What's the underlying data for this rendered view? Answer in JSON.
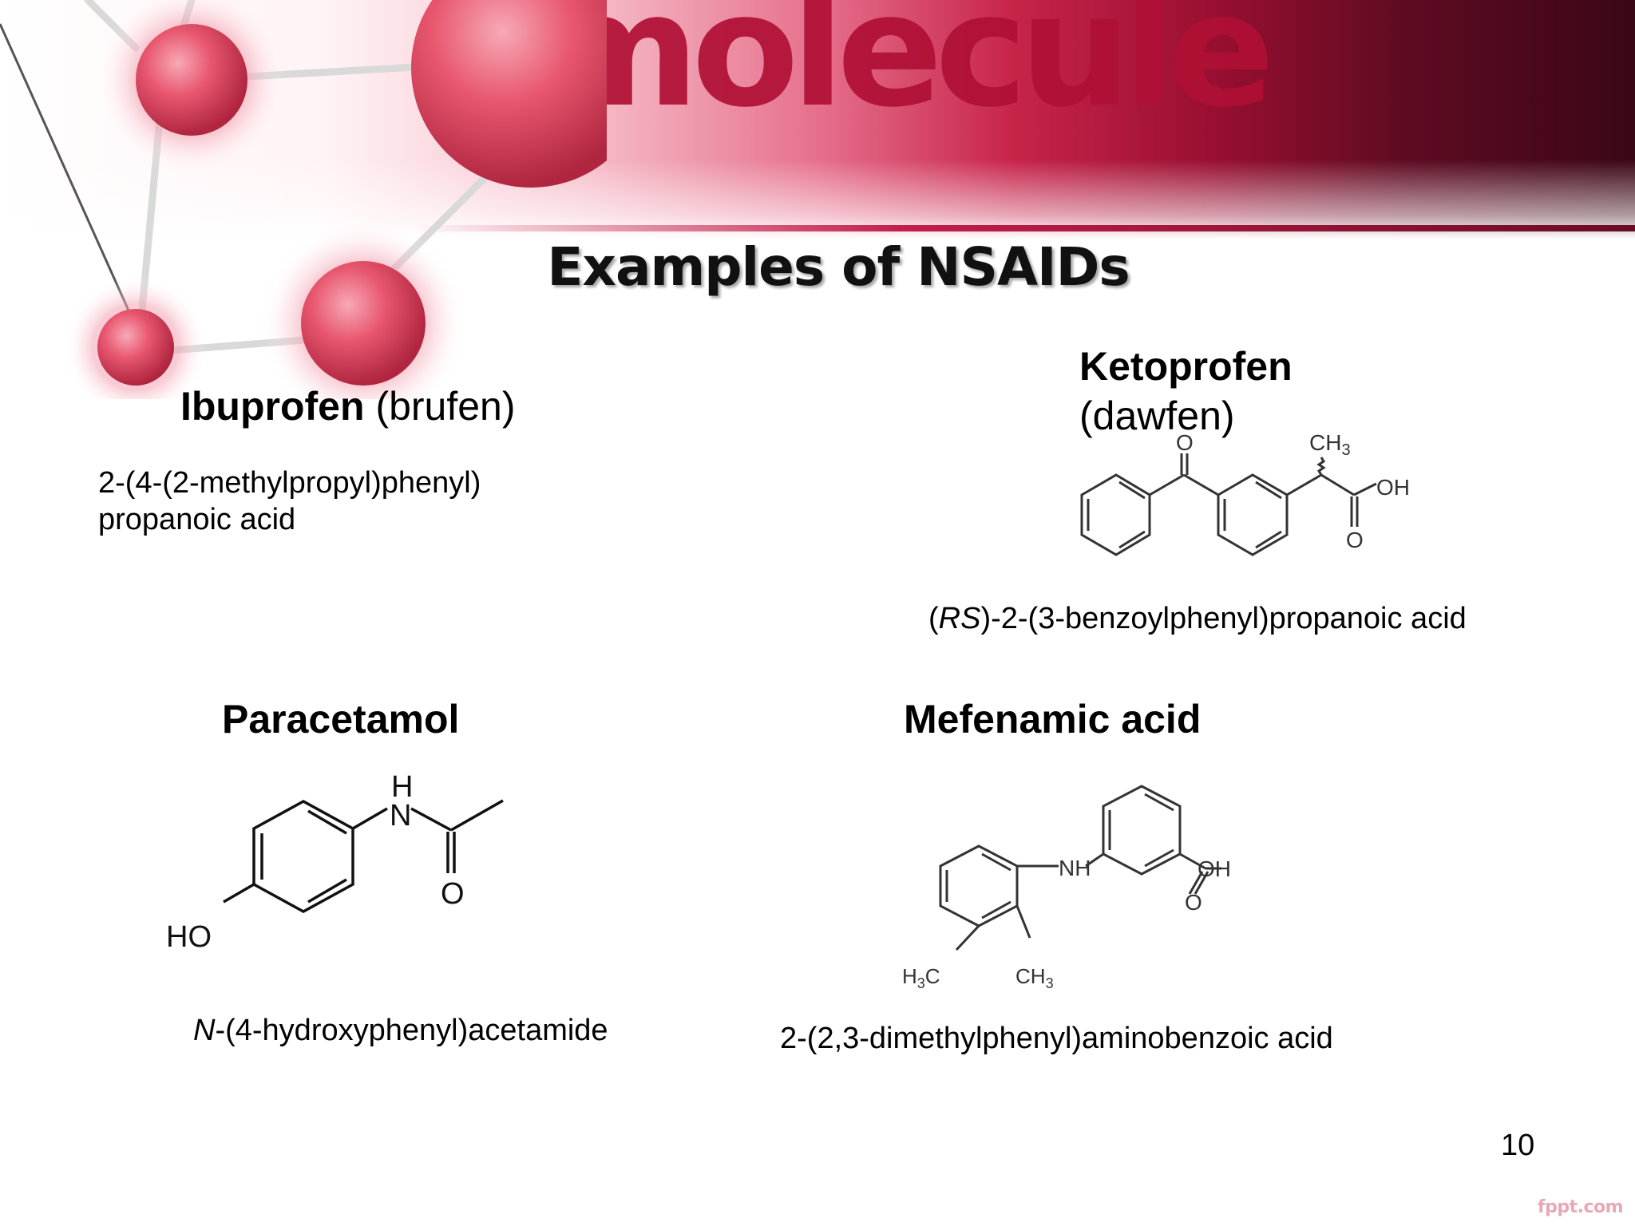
{
  "banner": {
    "logo_text": "molecule",
    "colors": {
      "accent": "#c7244a",
      "dark": "#3a0715",
      "sphere": "#e8576f"
    }
  },
  "title": "Examples of NSAIDs",
  "drugs": {
    "ibuprofen": {
      "name": "Ibuprofen",
      "alt_name": "(brufen)",
      "iupac_line1": "2-(4-(2-methylpropyl)phenyl)",
      "iupac_line2": "propanoic acid"
    },
    "ketoprofen": {
      "name": "Ketoprofen",
      "alt_name": "(dawfen)",
      "iupac_prefix": "(",
      "iupac_italic": "RS",
      "iupac_rest": ")-2-(3-benzoylphenyl)propanoic acid",
      "atoms": {
        "o_top": "O",
        "ch3": "CH",
        "ch3_sub": "3",
        "oh": "OH",
        "o_bottom": "O"
      }
    },
    "paracetamol": {
      "name": "Paracetamol",
      "iupac_italic": "N",
      "iupac_rest": "-(4-hydroxyphenyl)acetamide",
      "atoms": {
        "h": "H",
        "n": "N",
        "o": "O",
        "ho": "HO"
      }
    },
    "mefenamic": {
      "name": "Mefenamic acid",
      "iupac": "2-(2,3-dimethylphenyl)aminobenzoic acid",
      "atoms": {
        "nh": "NH",
        "oh": "OH",
        "o": "O",
        "h3c": "H",
        "h3c_sub": "3",
        "h3c_c": "C",
        "ch3": "CH",
        "ch3_sub": "3"
      }
    }
  },
  "slide_number": "10",
  "footer_mark": "fppt.com"
}
